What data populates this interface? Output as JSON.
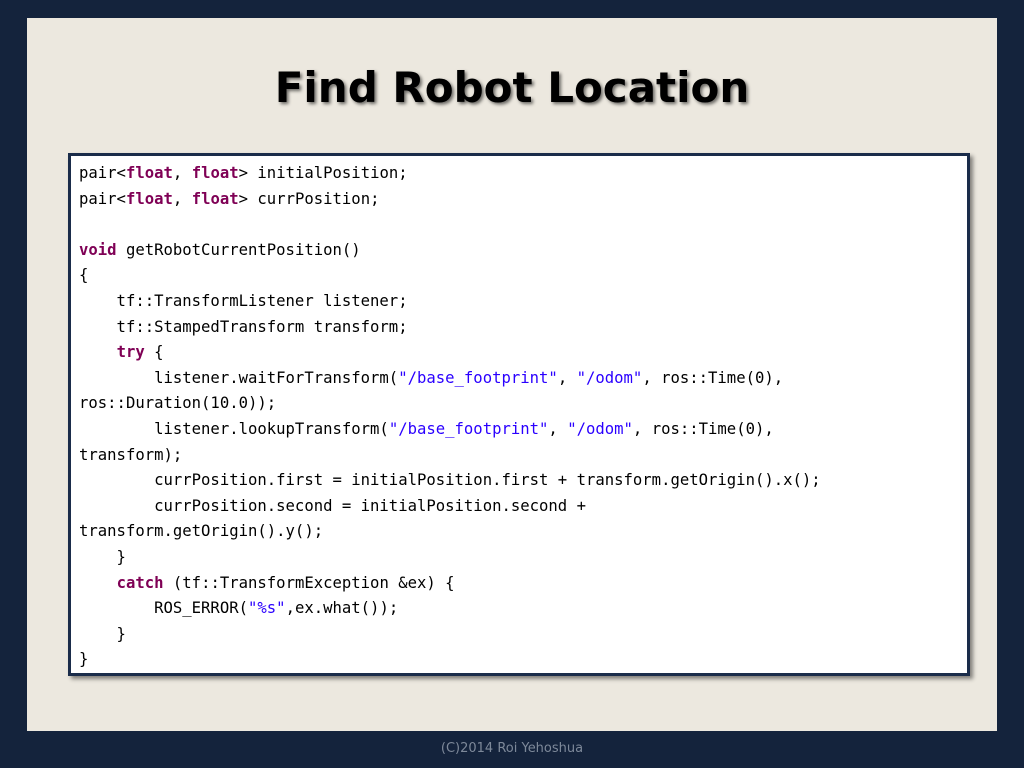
{
  "slide": {
    "title": "Find Robot Location",
    "footer": "(C)2014 Roi Yehoshua"
  },
  "code": {
    "lines": [
      [
        {
          "t": "pair<"
        },
        {
          "t": "float",
          "c": "kw"
        },
        {
          "t": ", "
        },
        {
          "t": "float",
          "c": "kw"
        },
        {
          "t": "> initialPosition;"
        }
      ],
      [
        {
          "t": "pair<"
        },
        {
          "t": "float",
          "c": "kw"
        },
        {
          "t": ", "
        },
        {
          "t": "float",
          "c": "kw"
        },
        {
          "t": "> currPosition;"
        }
      ],
      [],
      [
        {
          "t": "void",
          "c": "kw"
        },
        {
          "t": " getRobotCurrentPosition()"
        }
      ],
      [
        {
          "t": "{"
        }
      ],
      [
        {
          "t": "    tf::TransformListener listener;"
        }
      ],
      [
        {
          "t": "    tf::StampedTransform transform;"
        }
      ],
      [
        {
          "t": "    "
        },
        {
          "t": "try",
          "c": "kw"
        },
        {
          "t": " {"
        }
      ],
      [
        {
          "t": "        listener.waitForTransform("
        },
        {
          "t": "\"/base_footprint\"",
          "c": "str"
        },
        {
          "t": ", "
        },
        {
          "t": "\"/odom\"",
          "c": "str"
        },
        {
          "t": ", ros::Time(0),"
        }
      ],
      [
        {
          "t": "ros::Duration(10.0));"
        }
      ],
      [
        {
          "t": "        listener.lookupTransform("
        },
        {
          "t": "\"/base_footprint\"",
          "c": "str"
        },
        {
          "t": ", "
        },
        {
          "t": "\"/odom\"",
          "c": "str"
        },
        {
          "t": ", ros::Time(0),"
        }
      ],
      [
        {
          "t": "transform);"
        }
      ],
      [
        {
          "t": "        currPosition.first = initialPosition.first + transform.getOrigin().x();"
        }
      ],
      [
        {
          "t": "        currPosition.second = initialPosition.second +"
        }
      ],
      [
        {
          "t": "transform.getOrigin().y();"
        }
      ],
      [
        {
          "t": "    }"
        }
      ],
      [
        {
          "t": "    "
        },
        {
          "t": "catch",
          "c": "kw"
        },
        {
          "t": " (tf::TransformException &ex) {"
        }
      ],
      [
        {
          "t": "        ROS_ERROR("
        },
        {
          "t": "\"%s\"",
          "c": "str"
        },
        {
          "t": ",ex.what());"
        }
      ],
      [
        {
          "t": "    }"
        }
      ],
      [
        {
          "t": "}"
        }
      ]
    ]
  },
  "colors": {
    "background": "#14233c",
    "slide": "#ece8df",
    "keyword": "#7f0055",
    "string": "#2a00ff"
  }
}
